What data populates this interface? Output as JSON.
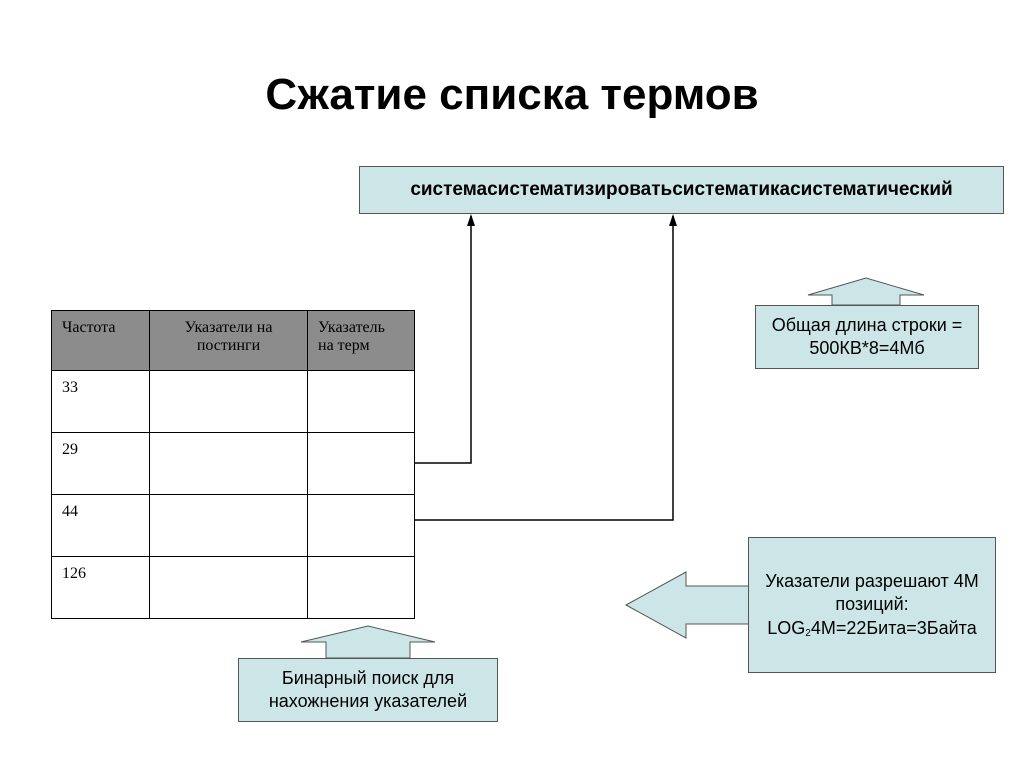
{
  "title": "Сжатие списка термов",
  "term_string": "системасистематизироватьсистематикасистематический",
  "table": {
    "headers": [
      "Частота",
      "Указатели    на постинги",
      "Указатель на терм"
    ],
    "rows": [
      {
        "freq": "33"
      },
      {
        "freq": "29"
      },
      {
        "freq": "44"
      },
      {
        "freq": "126"
      }
    ]
  },
  "callouts": {
    "total_length": "Общая длина строки = 500КВ*8=4Мб",
    "binary_search": "Бинарный поиск для нахожнения указателей",
    "pointers_line1": "Указатели разрешают 4М позиций:",
    "pointers_line2_prefix": "LOG",
    "pointers_line2_sub": "2",
    "pointers_line2_suffix": "4M=22Бита=3Байта"
  },
  "colors": {
    "callout_fill": "#cce6e8",
    "header_fill": "#8c8c8c"
  }
}
